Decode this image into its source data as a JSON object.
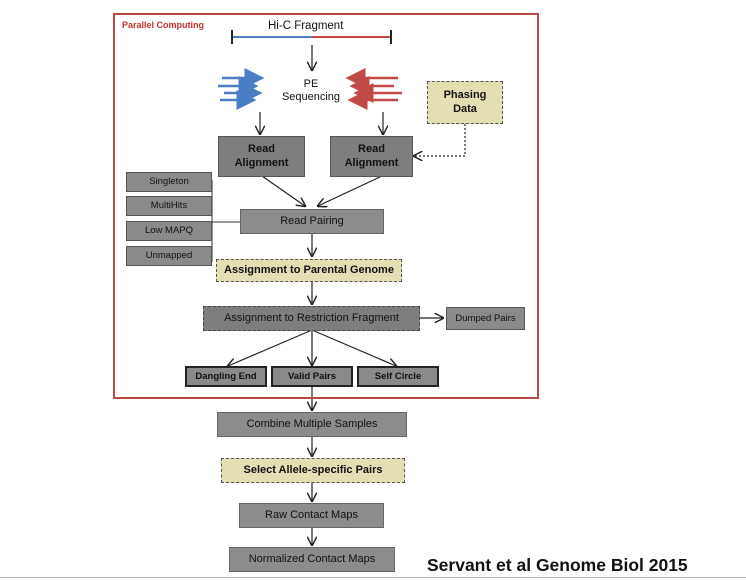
{
  "frame_title": "Parallel Computing",
  "hic_fragment": "Hi-C Fragment",
  "pe_sequencing": "PE\nSequencing",
  "phasing_data": "Phasing\nData",
  "read_alignment_left": "Read\nAlignment",
  "read_alignment_right": "Read\nAlignment",
  "filters": [
    "Singleton",
    "MultiHits",
    "Low MAPQ",
    "Unmapped"
  ],
  "read_pairing": "Read Pairing",
  "assignment_parental": "Assignment to Parental Genome",
  "assignment_restriction": "Assignment to Restriction Fragment",
  "dumped_pairs": "Dumped Pairs",
  "outcomes": [
    "Dangling End",
    "Valid Pairs",
    "Self Circle"
  ],
  "combine_samples": "Combine Multiple Samples",
  "select_allele": "Select Allele-specific Pairs",
  "raw_maps": "Raw Contact Maps",
  "normalized_maps": "Normalized Contact Maps",
  "citation": "Servant et al Genome Biol 2015",
  "colors": {
    "frame": "#b84a44",
    "blue": "#4a7fc6",
    "red": "#c24a44",
    "box": "#7e7e7e",
    "yellow": "#e4dfb3"
  }
}
